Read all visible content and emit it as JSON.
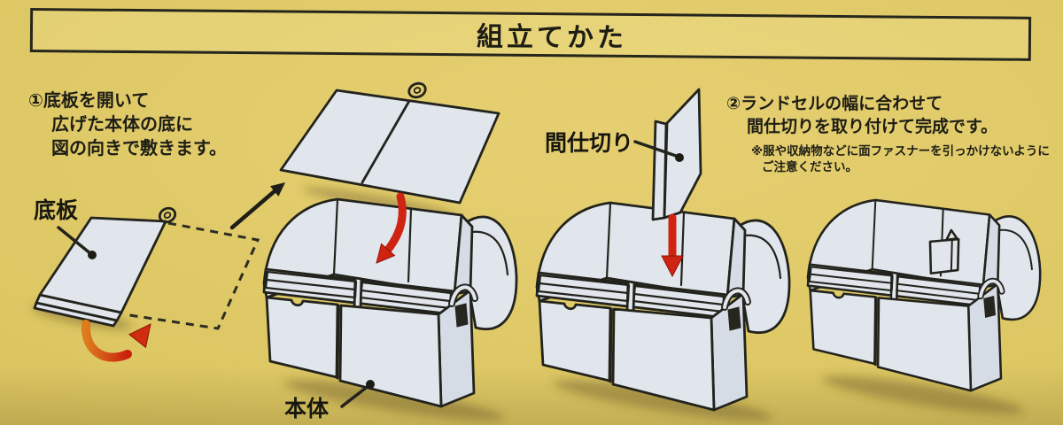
{
  "title": "組立てかた",
  "step1": {
    "line1": "①底板を開いて",
    "line2": "広げた本体の底に",
    "line3": "図の向きで敷きます。"
  },
  "step2": {
    "line1": "②ランドセルの幅に合わせて",
    "line2": "間仕切りを取り付けて完成です。",
    "note1": "※服や収納物などに面ファスナーを引っかけないように",
    "note2": "ご注意ください。"
  },
  "labels": {
    "bottom_board": "底板",
    "partition": "間仕切り",
    "main_body": "本体"
  },
  "colors": {
    "background": "#ddc763",
    "panel_fill": "#e1e6ed",
    "outline": "#23231d",
    "arrow_red": "#cf2412",
    "text": "#21211a"
  }
}
